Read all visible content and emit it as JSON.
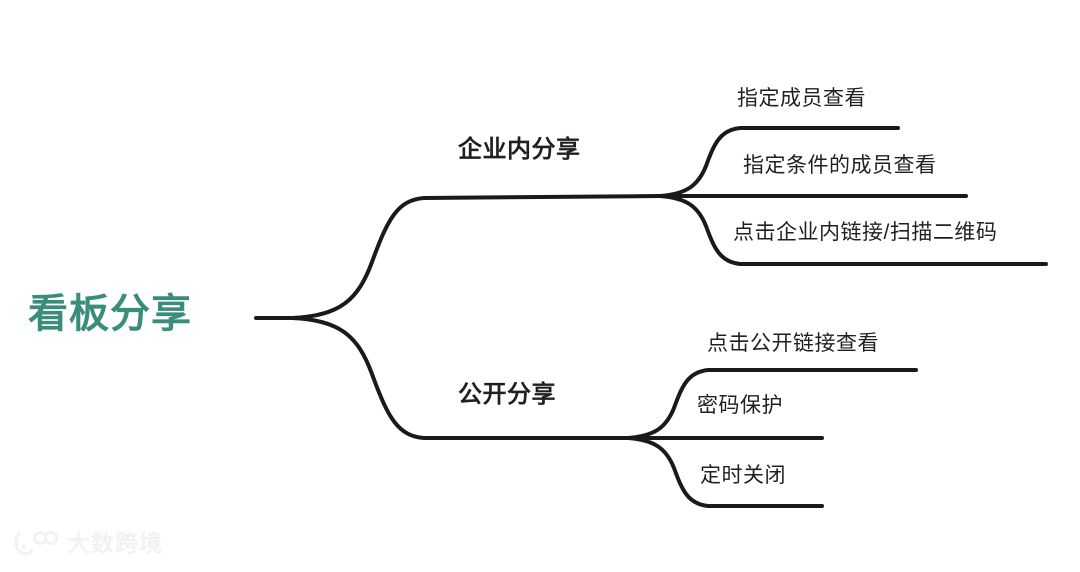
{
  "diagram": {
    "type": "mindmap",
    "orientation": "left-to-right",
    "background_color": "#ffffff",
    "edge_color": "#1a1a1a",
    "root": {
      "label": "看板分享",
      "color": "#3a8d7a"
    },
    "branches": [
      {
        "id": "internal",
        "label": "企业内分享",
        "color": "#231f20",
        "leaves": [
          {
            "id": "designated-members",
            "label": "指定成员查看"
          },
          {
            "id": "conditional-members",
            "label": "指定条件的成员查看"
          },
          {
            "id": "internal-link-qr",
            "label": "点击企业内链接/扫描二维码"
          }
        ]
      },
      {
        "id": "public",
        "label": "公开分享",
        "color": "#231f20",
        "leaves": [
          {
            "id": "public-link",
            "label": "点击公开链接查看"
          },
          {
            "id": "password-protect",
            "label": "密码保护"
          },
          {
            "id": "scheduled-close",
            "label": "定时关闭"
          }
        ]
      }
    ]
  },
  "watermark": {
    "text": "大数跨境",
    "logo_icon": "dashujingjing-logo-icon",
    "color": "#f2f2f2"
  }
}
